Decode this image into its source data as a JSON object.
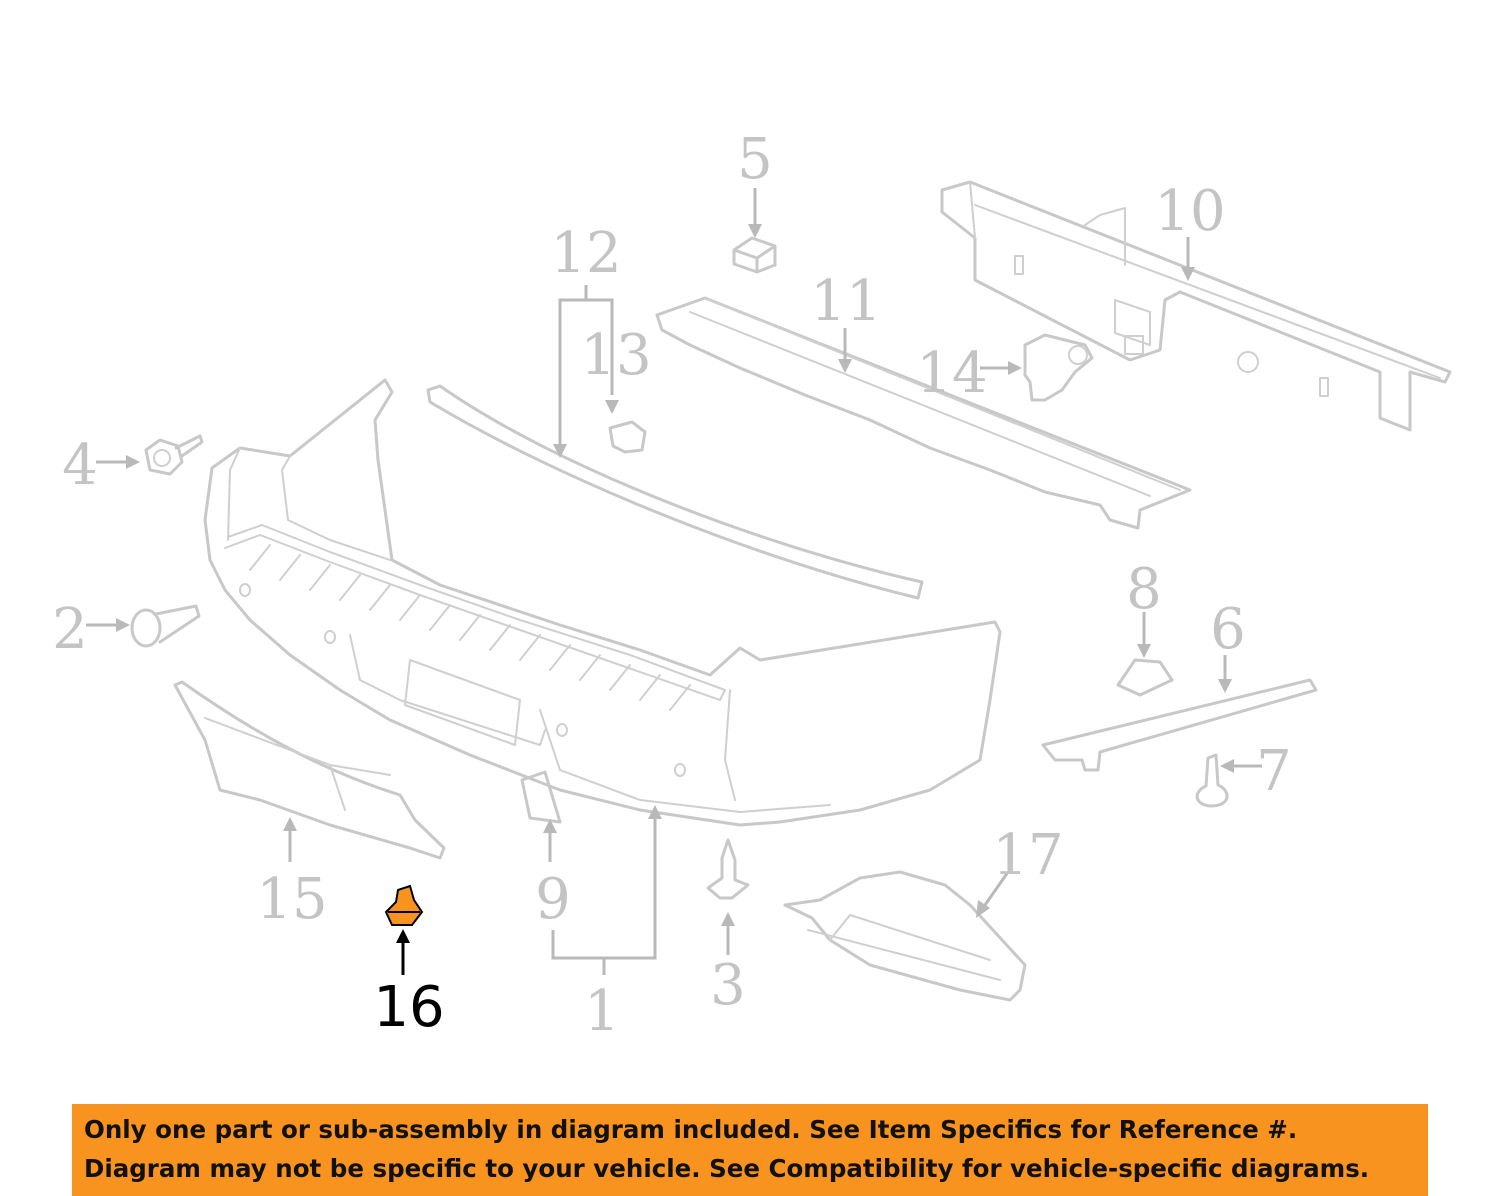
{
  "diagram": {
    "highlight_color": "#f7931e",
    "callouts": {
      "c1": "1",
      "c2": "2",
      "c3": "3",
      "c4": "4",
      "c5": "5",
      "c6": "6",
      "c7": "7",
      "c8": "8",
      "c9": "9",
      "c10": "10",
      "c11": "11",
      "c12": "12",
      "c13": "13",
      "c14": "14",
      "c15": "15",
      "c16": "16",
      "c17": "17"
    },
    "highlighted_part": "16"
  },
  "disclaimer": {
    "line1": "Only one part or sub-assembly in diagram included. See Item Specifics for Reference #.",
    "line2": "Diagram may not be specific to your vehicle. See Compatibility for vehicle-specific diagrams.",
    "background": "#f7931e"
  }
}
